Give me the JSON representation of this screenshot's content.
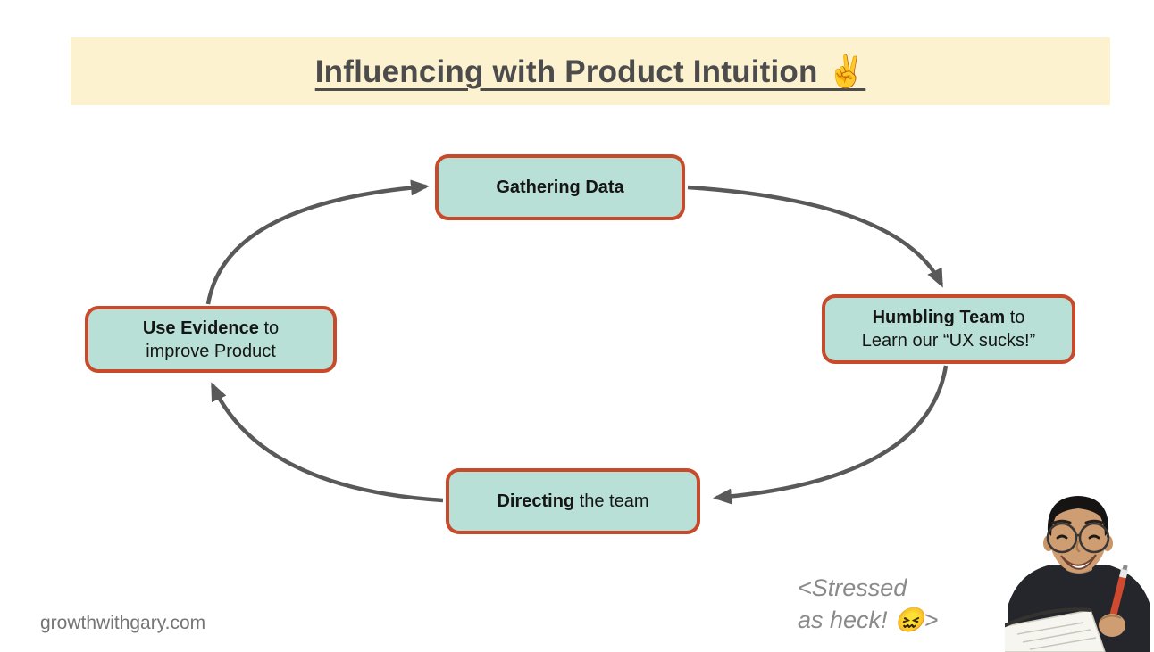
{
  "slide": {
    "title": "Influencing with Product Intuition ✌️",
    "banner_color": "#fdf2cf",
    "watermark": "growthwithgary.com",
    "caption": {
      "line1": "<Stressed",
      "line2": "as heck! 😖>"
    }
  },
  "diagram": {
    "type": "cycle",
    "direction": "clockwise",
    "colors": {
      "node_fill": "#b9e0d6",
      "node_border": "#c84a2a",
      "arrow": "#595959"
    },
    "nodes": [
      {
        "id": "gathering-data",
        "position": "top",
        "line1_bold": "Gathering Data",
        "line1_rest": "",
        "line2": ""
      },
      {
        "id": "humbling-team",
        "position": "right",
        "line1_bold": "Humbling Team",
        "line1_rest": " to",
        "line2": "Learn our “UX sucks!”"
      },
      {
        "id": "directing-team",
        "position": "bottom",
        "line1_bold": "Directing",
        "line1_rest": " the team",
        "line2": ""
      },
      {
        "id": "use-evidence",
        "position": "left",
        "line1_bold": "Use Evidence",
        "line1_rest": " to",
        "line2": "improve Product"
      }
    ],
    "edges": [
      {
        "from": "use-evidence",
        "to": "gathering-data"
      },
      {
        "from": "gathering-data",
        "to": "humbling-team"
      },
      {
        "from": "humbling-team",
        "to": "directing-team"
      },
      {
        "from": "directing-team",
        "to": "use-evidence"
      }
    ]
  }
}
